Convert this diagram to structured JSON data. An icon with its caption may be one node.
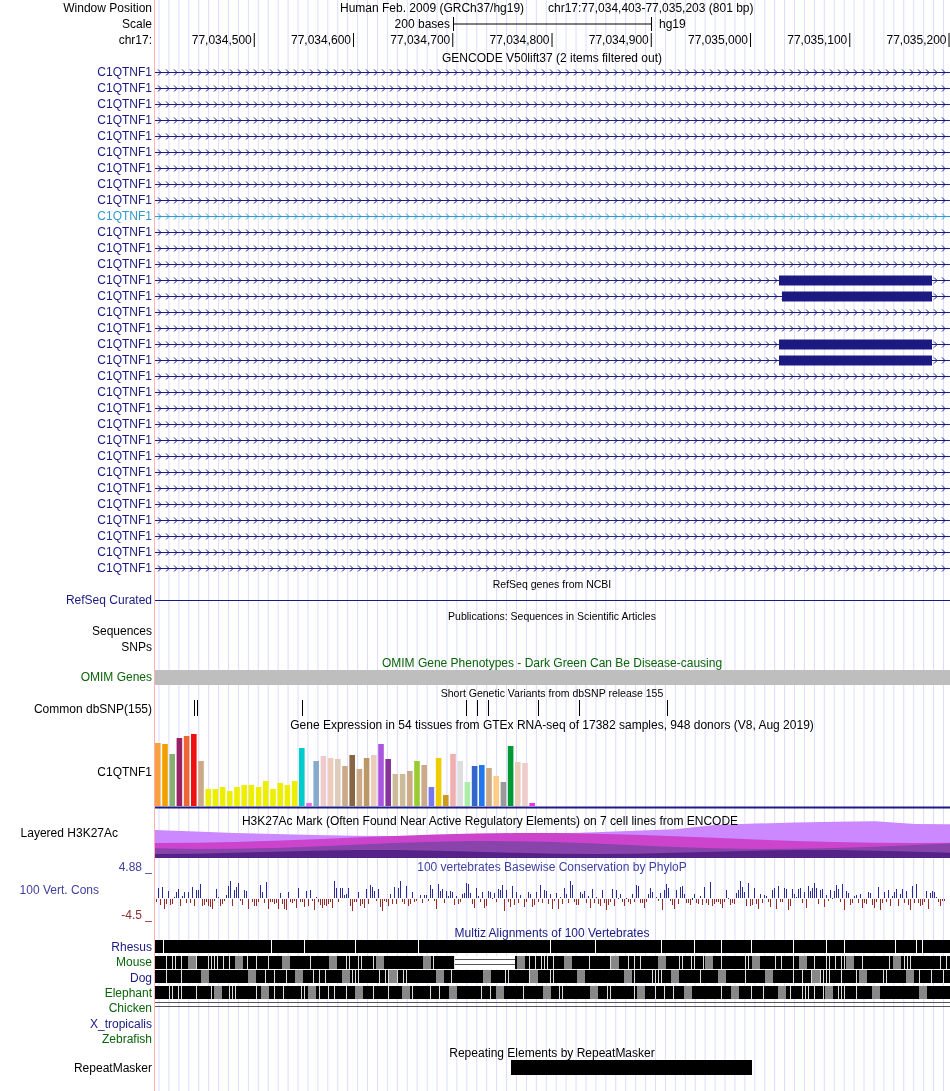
{
  "diagram": {
    "labels": [
      "Window Position",
      "Human Feb. 2009 (GRCh37/hg19)",
      "chr17:77,034,403-77,035,203 (801 bp)",
      "Scale",
      "200 bases",
      "hg19",
      "chr17:",
      "77,034,500",
      "77,034,600",
      "77,034,700",
      "77,034,800",
      "77,034,900",
      "77,035,000",
      "77,035,100",
      "77,035,200",
      "GENCODE V50lift37 (2 items filtered out)",
      "C1QTNF1",
      "C1QTNF1",
      "C1QTNF1",
      "C1QTNF1",
      "C1QTNF1",
      "C1QTNF1",
      "C1QTNF1",
      "C1QTNF1",
      "C1QTNF1",
      "C1QTNF1",
      "C1QTNF1",
      "C1QTNF1",
      "C1QTNF1",
      "C1QTNF1",
      "C1QTNF1",
      "C1QTNF1",
      "C1QTNF1",
      "C1QTNF1",
      "C1QTNF1",
      "C1QTNF1",
      "C1QTNF1",
      "C1QTNF1",
      "C1QTNF1",
      "C1QTNF1",
      "C1QTNF1",
      "C1QTNF1",
      "C1QTNF1",
      "C1QTNF1",
      "C1QTNF1",
      "C1QTNF1",
      "C1QTNF1",
      "C1QTNF1",
      "RefSeq genes from NCBI",
      "RefSeq Curated",
      "Publications: Sequences in Scientific Articles",
      "Sequences",
      "SNPs",
      "OMIM Gene Phenotypes - Dark Green Can Be Disease-causing",
      "OMIM Genes",
      "Short Genetic Variants from dbSNP release 155",
      "Common dbSNP(155)",
      "Gene Expression in 54 tissues from GTEx RNA-seq of 17382 samples, 948 donors (V8, Aug 2019)",
      "C1QTNF1",
      "H3K27Ac Mark (Often Found Near Active Regulatory Elements) on 7 cell lines from ENCODE",
      "Layered H3K27Ac",
      "4.88 _",
      "100 vertebrates Basewise Conservation by PhyloP",
      "100 Vert. Cons",
      "-4.5 _",
      "Multiz Alignments of 100 Vertebrates",
      "Rhesus",
      "Mouse",
      "Dog",
      "Elephant",
      "Chicken",
      "X_tropicalis",
      "Zebrafish",
      "Repeating Elements by RepeatMasker",
      "RepeatMasker"
    ]
  }
}
